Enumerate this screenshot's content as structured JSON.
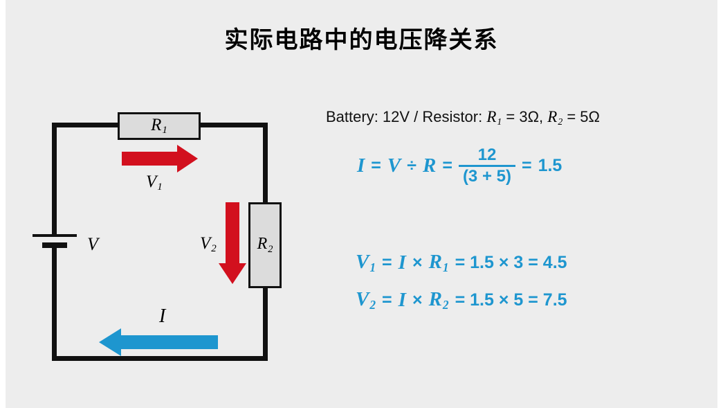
{
  "title": "实际电路中的电压降关系",
  "colors": {
    "red": "#d2101e",
    "blue": "#1e96cf",
    "wire": "#111111",
    "fill": "#dcdcdc",
    "bg": "#ededed"
  },
  "circuit": {
    "battery": {
      "label": "V"
    },
    "r1": {
      "base": "R",
      "sub": "1"
    },
    "r2": {
      "base": "R",
      "sub": "2"
    },
    "v1": {
      "base": "V",
      "sub": "1"
    },
    "v2": {
      "base": "V",
      "sub": "2"
    },
    "current": {
      "label": "I"
    }
  },
  "panel": {
    "given": {
      "prefix": "Battery: 12V / Resistor: ",
      "r1_base": "R",
      "r1_sub": "1",
      "r1_value": " = 3Ω, ",
      "r2_base": "R",
      "r2_sub": "2",
      "r2_value": " = 5Ω"
    },
    "eq_current": {
      "i": "I",
      "eq1": "=",
      "v": "V",
      "div": "÷",
      "r": "R",
      "eq2": "=",
      "numerator": "12",
      "denominator": "(3 + 5)",
      "eq3": "=",
      "result": "1.5"
    },
    "eq_v1": {
      "v": "V",
      "v_sub": "1",
      "eq1": "=",
      "i": "I",
      "times": "×",
      "r": "R",
      "r_sub": "1",
      "rest": "= 1.5 × 3 = 4.5"
    },
    "eq_v2": {
      "v": "V",
      "v_sub": "2",
      "eq1": "=",
      "i": "I",
      "times": "×",
      "r": "R",
      "r_sub": "2",
      "rest": "= 1.5 × 5 = 7.5"
    }
  }
}
